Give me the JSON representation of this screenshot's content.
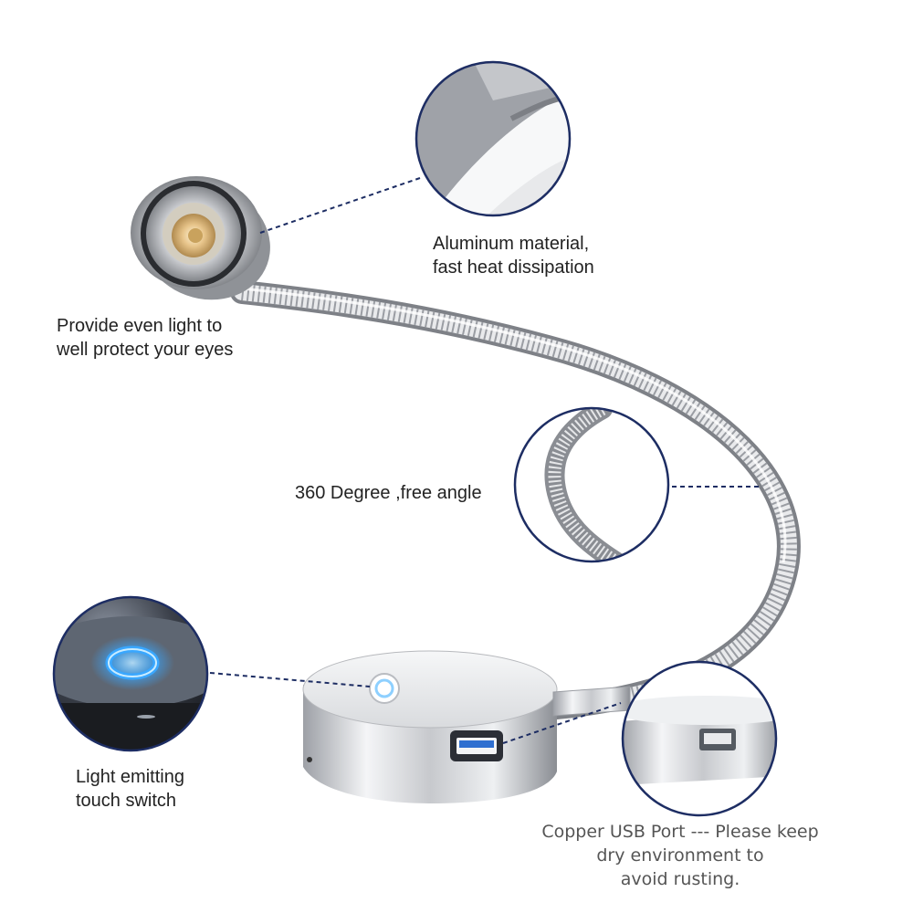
{
  "colors": {
    "accent_line": "#1d2d63",
    "chrome_light": "#f2f3f5",
    "chrome_dark": "#8a8d93",
    "led_blue": "#39a7ff",
    "led_warm": "#e7c48a"
  },
  "callouts": {
    "aluminum": {
      "line1": "Aluminum material,",
      "line2": "fast heat dissipation"
    },
    "lamp_head": {
      "line1": "Provide even light to",
      "line2": "well protect your eyes"
    },
    "gooseneck": {
      "line1": "360 Degree ,free angle"
    },
    "touch_switch": {
      "line1": "Light emitting",
      "line2": "touch switch"
    },
    "usb_port": {
      "line1": "Copper USB Port --- Please keep",
      "line2": "dry environment to",
      "line3": "avoid rusting."
    }
  }
}
